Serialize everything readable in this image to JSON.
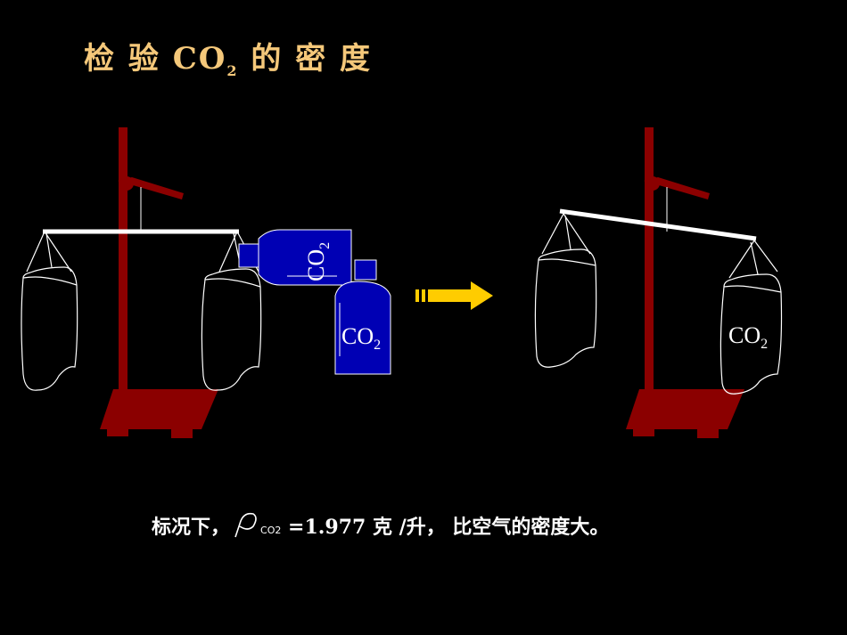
{
  "title": {
    "prefix": "检 验 ",
    "formula_main": "CO",
    "formula_sub": "2",
    "suffix": " 的 密 度"
  },
  "labels": {
    "bottle_main": "CO",
    "bottle_sub": "2",
    "cylinder_main": "CO",
    "cylinder_sub": "2",
    "bag_main": "CO",
    "bag_sub": "2"
  },
  "caption": {
    "lead": "标况下，",
    "rho_sub": "CO2",
    "value": "=1.977 克 /升， 比空气的密度大。"
  },
  "colors": {
    "stand": "#8b0000",
    "gas": "#0000b4",
    "arrow": "#ffcc00",
    "title": "#f5c87a"
  },
  "icons": [
    "stand",
    "balance-beam",
    "bag",
    "gas-bottle",
    "gas-cylinder",
    "arrow-right",
    "rho"
  ]
}
